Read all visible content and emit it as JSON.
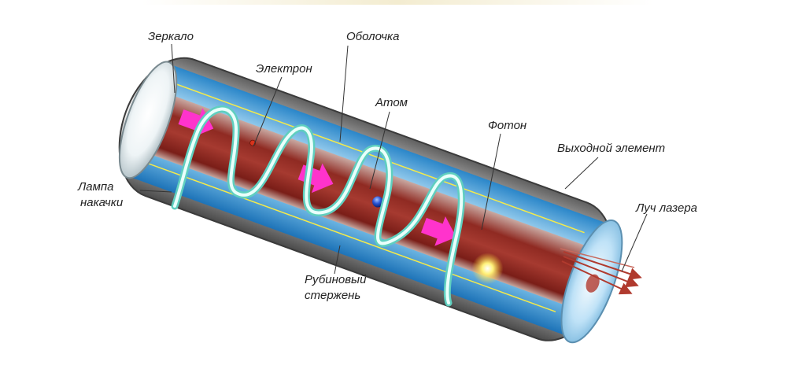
{
  "labels": {
    "mirror": "Зеркало",
    "electron": "Электрон",
    "shell": "Оболочка",
    "atom": "Атом",
    "photon": "Фотон",
    "output_element": "Выходной элемент",
    "pump_lamp_line1": "Лампа",
    "pump_lamp_line2": "накачки",
    "laser_beam": "Луч лазера",
    "ruby_rod_line1": "Рубиновый",
    "ruby_rod_line2": "стержень"
  },
  "colors": {
    "shell_outer": "#8a8a8a",
    "shell_inner": "#d9d9d9",
    "coolant": "#4fb6ea",
    "ruby_rod": "#9c2a22",
    "lamp": "#a8f0e6",
    "arrow_magenta": "#ff33cc",
    "beam": "#b03a2e",
    "atom": "#2450d0",
    "photon": "#ffe45a"
  }
}
